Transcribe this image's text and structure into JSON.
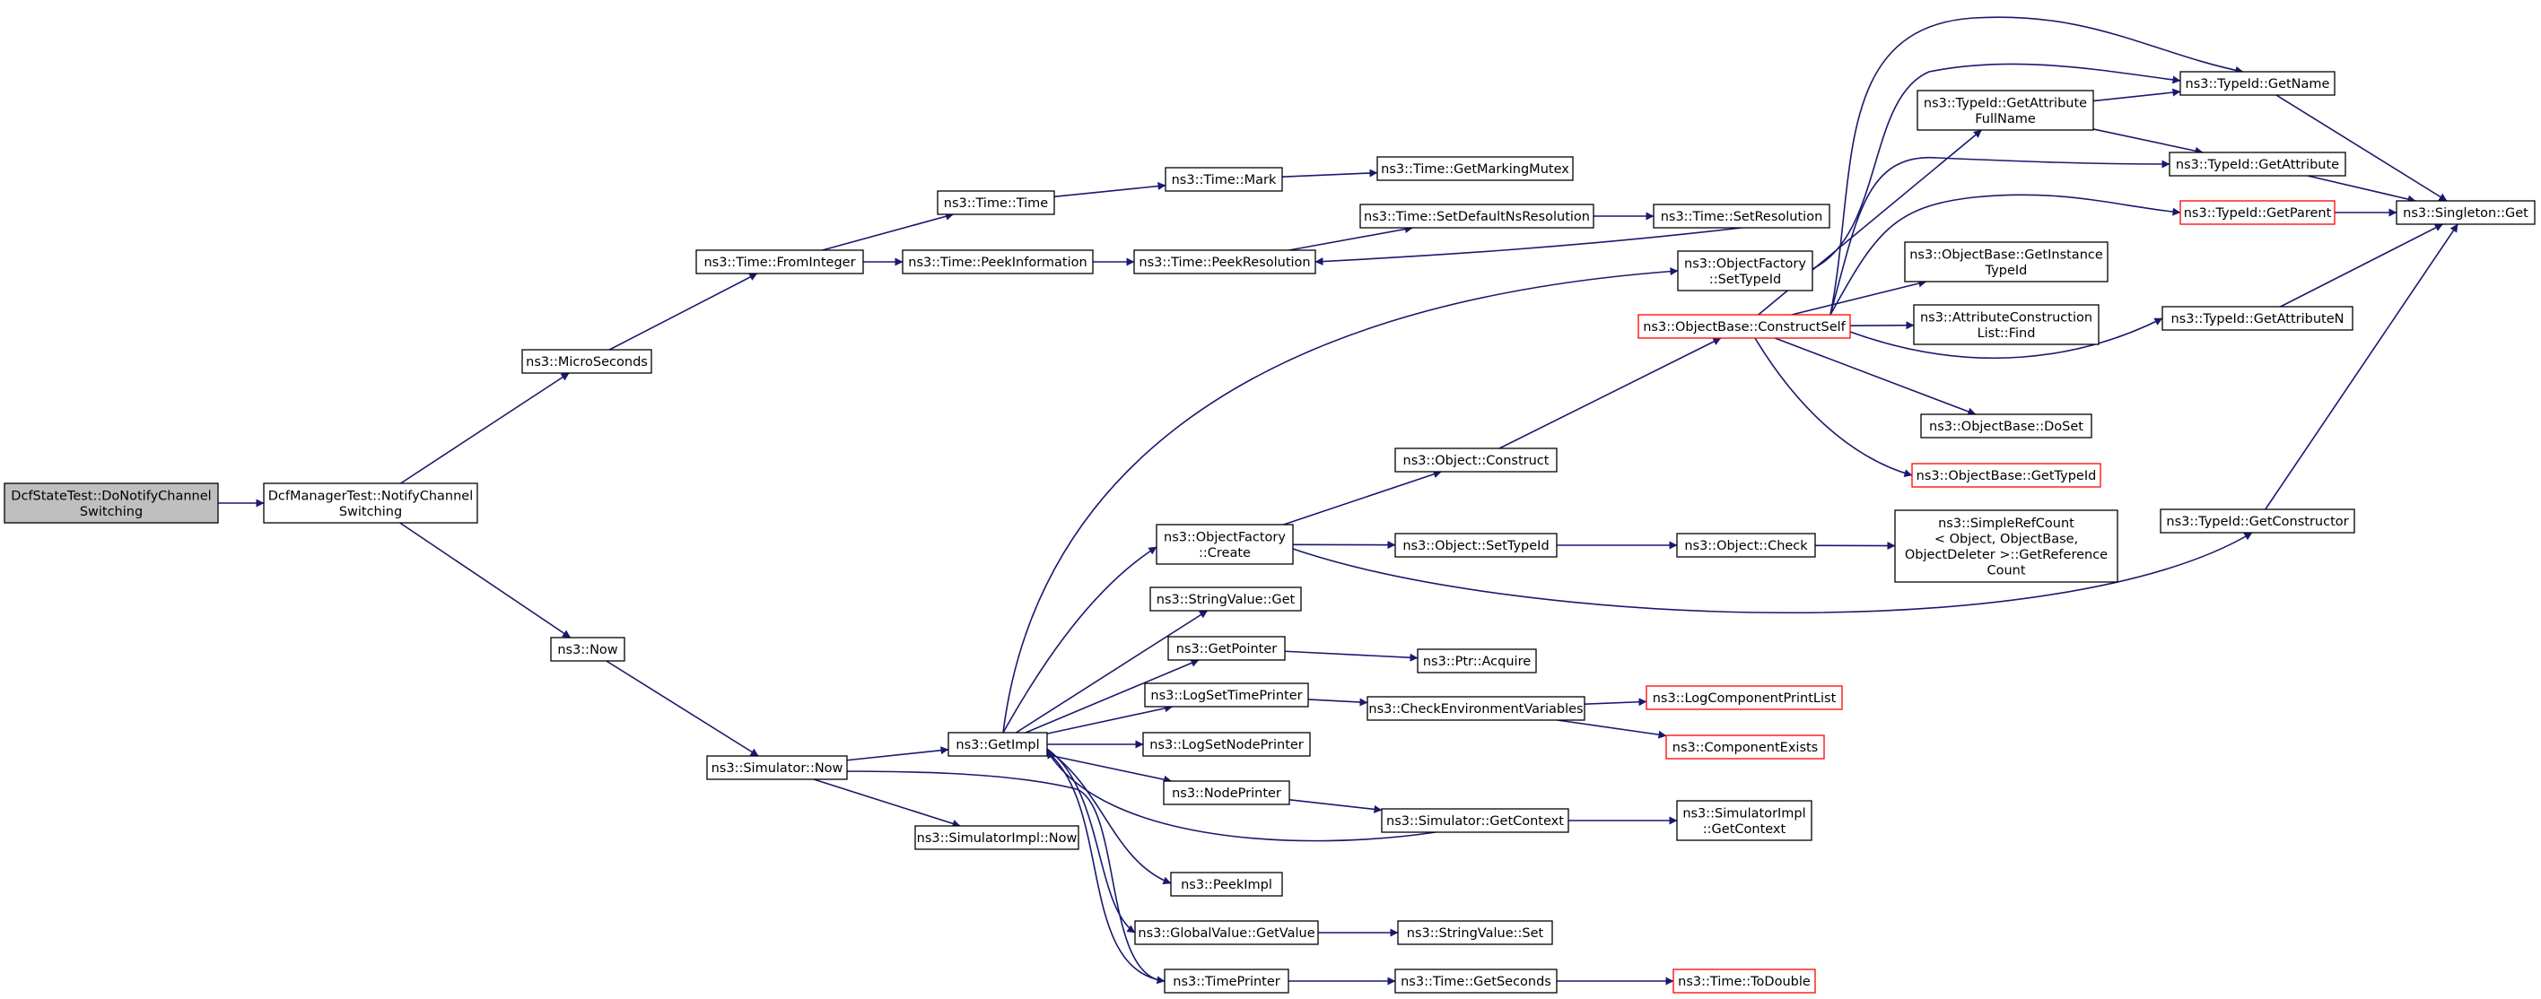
{
  "diagram": {
    "type": "call-graph",
    "colors": {
      "edge": "#191970",
      "root_fill": "#bfbfbf",
      "normal_border": "#000000",
      "truncated_border": "#ff0000"
    },
    "nodes": [
      {
        "id": "root",
        "lines": [
          "DcfStateTest::DoNotifyChannel",
          "Switching"
        ],
        "style": "root"
      },
      {
        "id": "dmNotify",
        "lines": [
          "DcfManagerTest::NotifyChannel",
          "Switching"
        ],
        "style": "normal"
      },
      {
        "id": "micro",
        "lines": [
          "ns3::MicroSeconds"
        ],
        "style": "normal"
      },
      {
        "id": "now",
        "lines": [
          "ns3::Now"
        ],
        "style": "normal"
      },
      {
        "id": "fromInt",
        "lines": [
          "ns3::Time::FromInteger"
        ],
        "style": "normal"
      },
      {
        "id": "timeTime",
        "lines": [
          "ns3::Time::Time"
        ],
        "style": "normal"
      },
      {
        "id": "peekInfo",
        "lines": [
          "ns3::Time::PeekInformation"
        ],
        "style": "normal"
      },
      {
        "id": "mark",
        "lines": [
          "ns3::Time::Mark"
        ],
        "style": "normal"
      },
      {
        "id": "peekRes",
        "lines": [
          "ns3::Time::PeekResolution"
        ],
        "style": "normal"
      },
      {
        "id": "markMutex",
        "lines": [
          "ns3::Time::GetMarkingMutex"
        ],
        "style": "normal"
      },
      {
        "id": "setDefNs",
        "lines": [
          "ns3::Time::SetDefaultNsResolution"
        ],
        "style": "normal"
      },
      {
        "id": "setRes",
        "lines": [
          "ns3::Time::SetResolution"
        ],
        "style": "normal"
      },
      {
        "id": "simNow",
        "lines": [
          "ns3::Simulator::Now"
        ],
        "style": "normal"
      },
      {
        "id": "getImpl",
        "lines": [
          "ns3::GetImpl"
        ],
        "style": "normal"
      },
      {
        "id": "simImplNow",
        "lines": [
          "ns3::SimulatorImpl::Now"
        ],
        "style": "normal"
      },
      {
        "id": "ofCreate",
        "lines": [
          "ns3::ObjectFactory",
          "::Create"
        ],
        "style": "normal"
      },
      {
        "id": "strGet",
        "lines": [
          "ns3::StringValue::Get"
        ],
        "style": "normal"
      },
      {
        "id": "getPtr",
        "lines": [
          "ns3::GetPointer"
        ],
        "style": "normal"
      },
      {
        "id": "logTime",
        "lines": [
          "ns3::LogSetTimePrinter"
        ],
        "style": "normal"
      },
      {
        "id": "logNode",
        "lines": [
          "ns3::LogSetNodePrinter"
        ],
        "style": "normal"
      },
      {
        "id": "nodePrinter",
        "lines": [
          "ns3::NodePrinter"
        ],
        "style": "normal"
      },
      {
        "id": "peekImpl",
        "lines": [
          "ns3::PeekImpl"
        ],
        "style": "normal"
      },
      {
        "id": "gvGetValue",
        "lines": [
          "ns3::GlobalValue::GetValue"
        ],
        "style": "normal"
      },
      {
        "id": "timePrinter",
        "lines": [
          "ns3::TimePrinter"
        ],
        "style": "normal"
      },
      {
        "id": "objConstruct",
        "lines": [
          "ns3::Object::Construct"
        ],
        "style": "normal"
      },
      {
        "id": "objSetTypeId",
        "lines": [
          "ns3::Object::SetTypeId"
        ],
        "style": "normal"
      },
      {
        "id": "ptrAcquire",
        "lines": [
          "ns3::Ptr::Acquire"
        ],
        "style": "normal"
      },
      {
        "id": "checkEnv",
        "lines": [
          "ns3::CheckEnvironmentVariables"
        ],
        "style": "normal"
      },
      {
        "id": "simGetCtx",
        "lines": [
          "ns3::Simulator::GetContext"
        ],
        "style": "normal"
      },
      {
        "id": "strSet",
        "lines": [
          "ns3::StringValue::Set"
        ],
        "style": "normal"
      },
      {
        "id": "getSeconds",
        "lines": [
          "ns3::Time::GetSeconds"
        ],
        "style": "normal"
      },
      {
        "id": "ofSetTypeId",
        "lines": [
          "ns3::ObjectFactory",
          "::SetTypeId"
        ],
        "style": "normal"
      },
      {
        "id": "obConstructSelf",
        "lines": [
          "ns3::ObjectBase::ConstructSelf"
        ],
        "style": "truncated"
      },
      {
        "id": "objCheck",
        "lines": [
          "ns3::Object::Check"
        ],
        "style": "normal"
      },
      {
        "id": "logCompPrint",
        "lines": [
          "ns3::LogComponentPrintList"
        ],
        "style": "truncated"
      },
      {
        "id": "compExists",
        "lines": [
          "ns3::ComponentExists"
        ],
        "style": "truncated"
      },
      {
        "id": "simImplGetCtx",
        "lines": [
          "ns3::SimulatorImpl",
          "::GetContext"
        ],
        "style": "normal"
      },
      {
        "id": "toDouble",
        "lines": [
          "ns3::Time::ToDouble"
        ],
        "style": "truncated"
      },
      {
        "id": "tidGetAttrFull",
        "lines": [
          "ns3::TypeId::GetAttribute",
          "FullName"
        ],
        "style": "normal"
      },
      {
        "id": "obGetInstTid",
        "lines": [
          "ns3::ObjectBase::GetInstance",
          "TypeId"
        ],
        "style": "normal"
      },
      {
        "id": "acListFind",
        "lines": [
          "ns3::AttributeConstruction",
          "List::Find"
        ],
        "style": "normal"
      },
      {
        "id": "obDoSet",
        "lines": [
          "ns3::ObjectBase::DoSet"
        ],
        "style": "normal"
      },
      {
        "id": "obGetTid",
        "lines": [
          "ns3::ObjectBase::GetTypeId"
        ],
        "style": "truncated"
      },
      {
        "id": "simpleRef",
        "lines": [
          "ns3::SimpleRefCount",
          "< Object, ObjectBase,",
          "ObjectDeleter >::GetReference",
          "Count"
        ],
        "style": "normal"
      },
      {
        "id": "tidGetName",
        "lines": [
          "ns3::TypeId::GetName"
        ],
        "style": "normal"
      },
      {
        "id": "tidGetAttr",
        "lines": [
          "ns3::TypeId::GetAttribute"
        ],
        "style": "normal"
      },
      {
        "id": "tidGetParent",
        "lines": [
          "ns3::TypeId::GetParent"
        ],
        "style": "truncated"
      },
      {
        "id": "tidGetAttrN",
        "lines": [
          "ns3::TypeId::GetAttributeN"
        ],
        "style": "normal"
      },
      {
        "id": "tidGetCtor",
        "lines": [
          "ns3::TypeId::GetConstructor"
        ],
        "style": "normal"
      },
      {
        "id": "singletonGet",
        "lines": [
          "ns3::Singleton::Get"
        ],
        "style": "normal"
      }
    ],
    "edges": [
      [
        "root",
        "dmNotify"
      ],
      [
        "dmNotify",
        "micro"
      ],
      [
        "dmNotify",
        "now"
      ],
      [
        "micro",
        "fromInt"
      ],
      [
        "fromInt",
        "timeTime"
      ],
      [
        "fromInt",
        "peekInfo"
      ],
      [
        "timeTime",
        "mark"
      ],
      [
        "mark",
        "markMutex"
      ],
      [
        "peekInfo",
        "peekRes"
      ],
      [
        "peekRes",
        "setDefNs"
      ],
      [
        "setDefNs",
        "setRes"
      ],
      [
        "setRes",
        "peekRes"
      ],
      [
        "now",
        "simNow"
      ],
      [
        "simNow",
        "getImpl"
      ],
      [
        "simNow",
        "simImplNow"
      ],
      [
        "getImpl",
        "ofCreate"
      ],
      [
        "getImpl",
        "strGet"
      ],
      [
        "getImpl",
        "getPtr"
      ],
      [
        "getImpl",
        "logTime"
      ],
      [
        "getImpl",
        "logNode"
      ],
      [
        "getImpl",
        "nodePrinter"
      ],
      [
        "getImpl",
        "peekImpl"
      ],
      [
        "getImpl",
        "gvGetValue"
      ],
      [
        "getImpl",
        "timePrinter"
      ],
      [
        "getImpl",
        "ofSetTypeId"
      ],
      [
        "ofCreate",
        "objConstruct"
      ],
      [
        "ofCreate",
        "objSetTypeId"
      ],
      [
        "ofCreate",
        "tidGetCtor"
      ],
      [
        "getPtr",
        "ptrAcquire"
      ],
      [
        "logTime",
        "checkEnv"
      ],
      [
        "checkEnv",
        "logCompPrint"
      ],
      [
        "checkEnv",
        "compExists"
      ],
      [
        "nodePrinter",
        "simGetCtx"
      ],
      [
        "simGetCtx",
        "getImpl"
      ],
      [
        "simGetCtx",
        "simImplGetCtx"
      ],
      [
        "gvGetValue",
        "strSet"
      ],
      [
        "timePrinter",
        "getSeconds"
      ],
      [
        "timePrinter",
        "simNow"
      ],
      [
        "getSeconds",
        "toDouble"
      ],
      [
        "objConstruct",
        "obConstructSelf"
      ],
      [
        "objSetTypeId",
        "objCheck"
      ],
      [
        "objCheck",
        "simpleRef"
      ],
      [
        "ofSetTypeId",
        "tidGetName"
      ],
      [
        "obConstructSelf",
        "tidGetAttrFull"
      ],
      [
        "obConstructSelf",
        "obGetInstTid"
      ],
      [
        "obConstructSelf",
        "acListFind"
      ],
      [
        "obConstructSelf",
        "obDoSet"
      ],
      [
        "obConstructSelf",
        "obGetTid"
      ],
      [
        "obConstructSelf",
        "tidGetName"
      ],
      [
        "obConstructSelf",
        "tidGetAttr"
      ],
      [
        "obConstructSelf",
        "tidGetParent"
      ],
      [
        "obConstructSelf",
        "tidGetAttrN"
      ],
      [
        "tidGetAttrFull",
        "tidGetName"
      ],
      [
        "tidGetAttrFull",
        "tidGetAttr"
      ],
      [
        "tidGetName",
        "singletonGet"
      ],
      [
        "tidGetAttr",
        "singletonGet"
      ],
      [
        "tidGetParent",
        "singletonGet"
      ],
      [
        "tidGetAttrN",
        "singletonGet"
      ],
      [
        "tidGetCtor",
        "singletonGet"
      ]
    ]
  }
}
